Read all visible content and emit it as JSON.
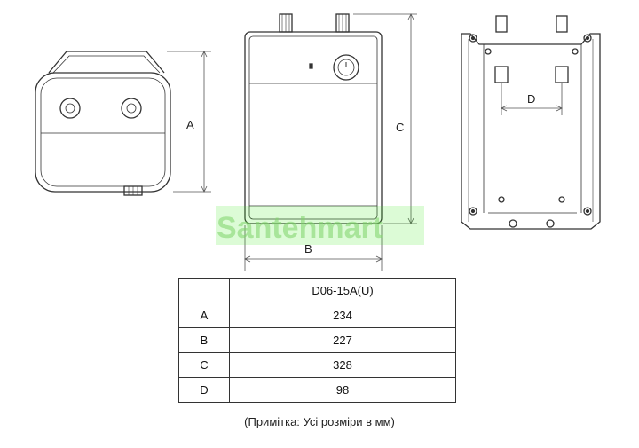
{
  "dimension_letters": {
    "a": "A",
    "b": "B",
    "c": "C",
    "d": "D"
  },
  "watermark": "Santehmart",
  "table": {
    "header": [
      "",
      "D06-15A(U)"
    ],
    "rows": [
      {
        "key": "A",
        "value": "234"
      },
      {
        "key": "B",
        "value": "227"
      },
      {
        "key": "C",
        "value": "328"
      },
      {
        "key": "D",
        "value": "98"
      }
    ]
  },
  "note": "(Примітка: Усі розміри в мм)"
}
